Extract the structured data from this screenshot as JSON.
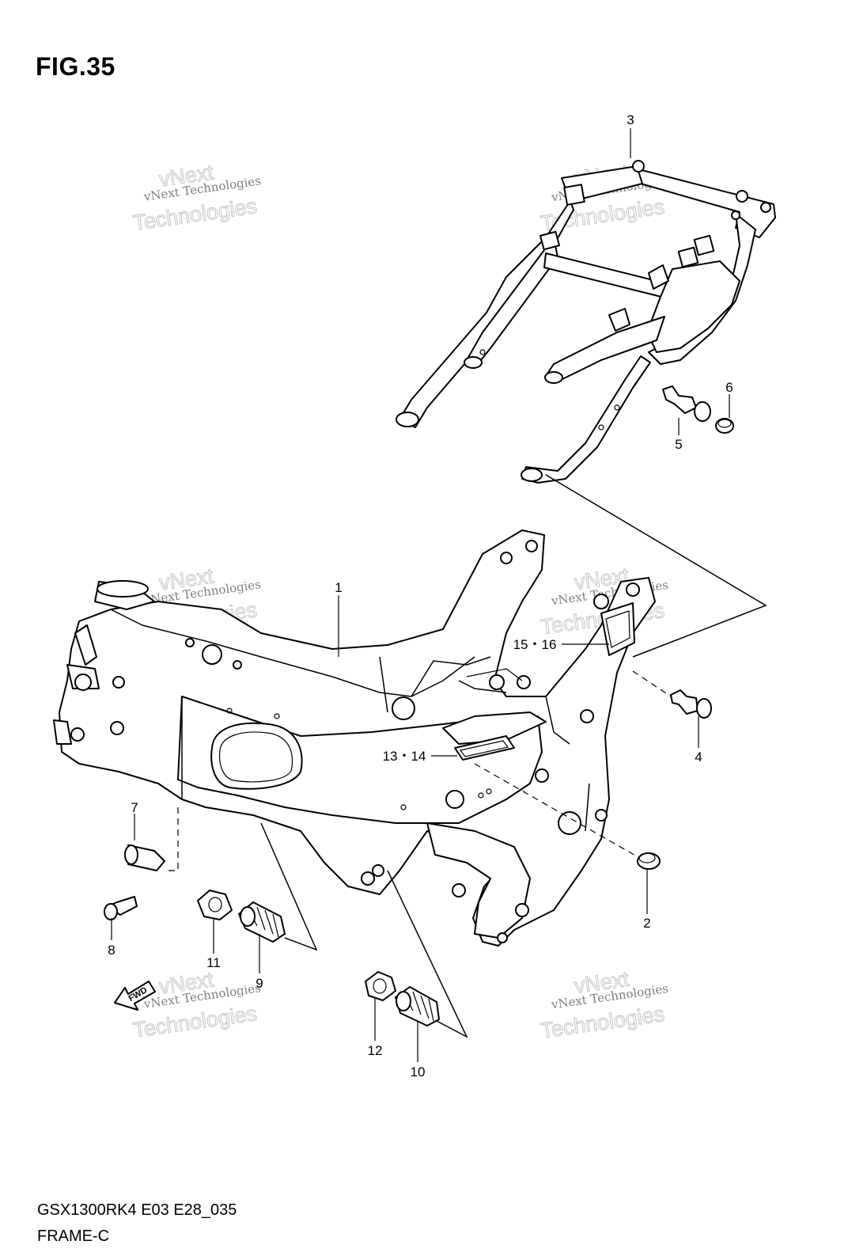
{
  "figure": {
    "title": "FIG.35"
  },
  "footer": {
    "code": "GSX1300RK4 E03 E28_035",
    "name": "FRAME-C"
  },
  "watermark": {
    "line1": "vNext Technologies",
    "line2_a": "vNext",
    "line2_b": "Technologies"
  },
  "arrow": {
    "label": "FWD"
  },
  "callouts": {
    "c1": "1",
    "c2": "2",
    "c3": "3",
    "c4": "4",
    "c5": "5",
    "c6": "6",
    "c7": "7",
    "c8": "8",
    "c9": "9",
    "c10": "10",
    "c11": "11",
    "c12": "12",
    "c13": "13・14",
    "c15": "15・16"
  }
}
